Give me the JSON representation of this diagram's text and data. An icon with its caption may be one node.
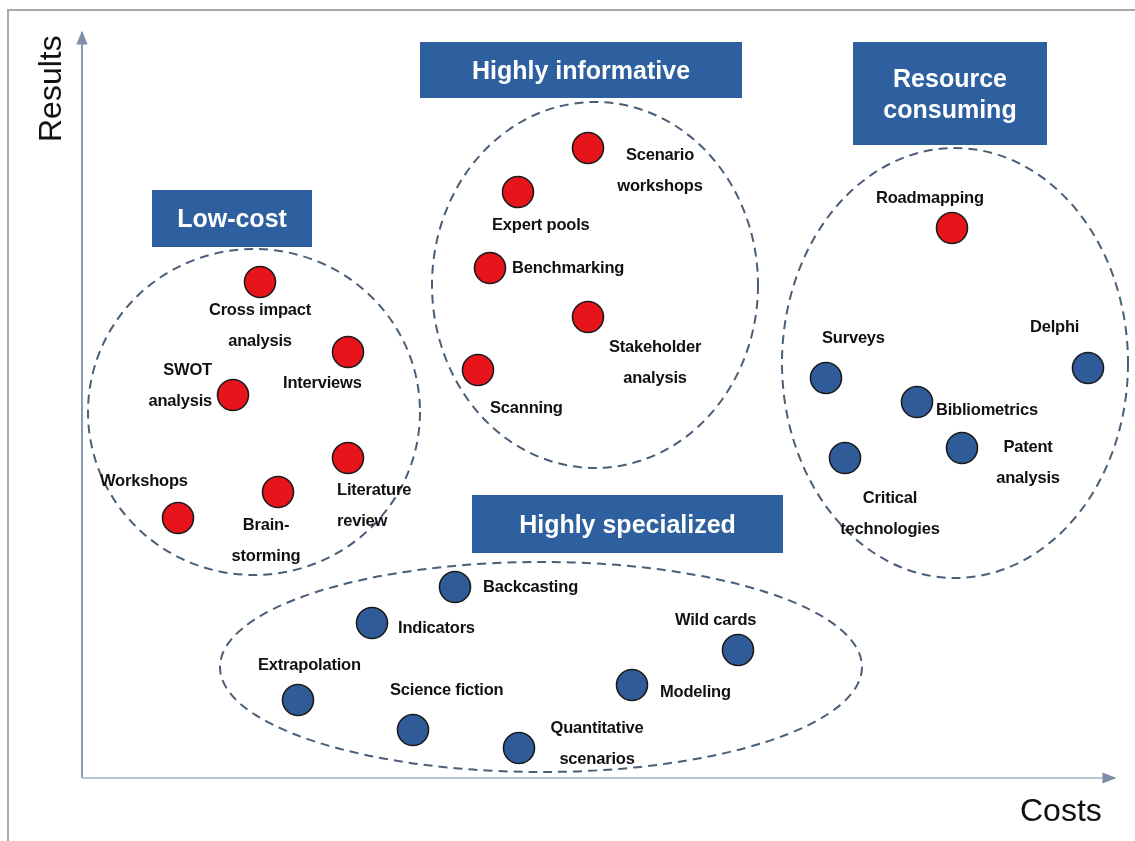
{
  "diagram": {
    "nodes": [
      {
        "text": [
          "Low-cost"
        ]
      },
      {
        "text": [
          "Cross impact analysis"
        ],
        "in": 0
      },
      {
        "text": [
          "Interviews"
        ],
        "in": 0
      },
      {
        "text": [
          "SWOT analysis"
        ],
        "in": 0
      },
      {
        "text": [
          "Literature review"
        ],
        "in": 0
      },
      {
        "text": [
          "Workshops"
        ],
        "in": 0
      },
      {
        "text": [
          "Brain-storming"
        ],
        "in": 0
      },
      {
        "text": [
          "Highly informative"
        ]
      },
      {
        "text": [
          "Scenario workshops"
        ],
        "in": 7
      },
      {
        "text": [
          "Expert pools"
        ],
        "in": 7
      },
      {
        "text": [
          "Benchmarking"
        ],
        "in": 7
      },
      {
        "text": [
          "Stakeholder analysis"
        ],
        "in": 7
      },
      {
        "text": [
          "Scanning"
        ],
        "in": 7
      },
      {
        "text": [
          "Resource consuming"
        ]
      },
      {
        "text": [
          "Roadmapping"
        ],
        "in": 13
      },
      {
        "text": [
          "Surveys"
        ],
        "in": 13
      },
      {
        "text": [
          "Delphi"
        ],
        "in": 13
      },
      {
        "text": [
          "Bibliometrics"
        ],
        "in": 13
      },
      {
        "text": [
          "Patent analysis"
        ],
        "in": 13
      },
      {
        "text": [
          "Critical technologies"
        ],
        "in": 13
      },
      {
        "text": [
          "Highly specialized"
        ]
      },
      {
        "text": [
          "Backcasting"
        ],
        "in": 20
      },
      {
        "text": [
          "Indicators"
        ],
        "in": 20
      },
      {
        "text": [
          "Extrapolation"
        ],
        "in": 20
      },
      {
        "text": [
          "Science fiction"
        ],
        "in": 20
      },
      {
        "text": [
          "Quantitative scenarios"
        ],
        "in": 20
      },
      {
        "text": [
          "Modeling"
        ],
        "in": 20
      },
      {
        "text": [
          "Wild cards"
        ],
        "in": 20
      }
    ],
    "labels": [
      "Results",
      "Costs"
    ]
  }
}
